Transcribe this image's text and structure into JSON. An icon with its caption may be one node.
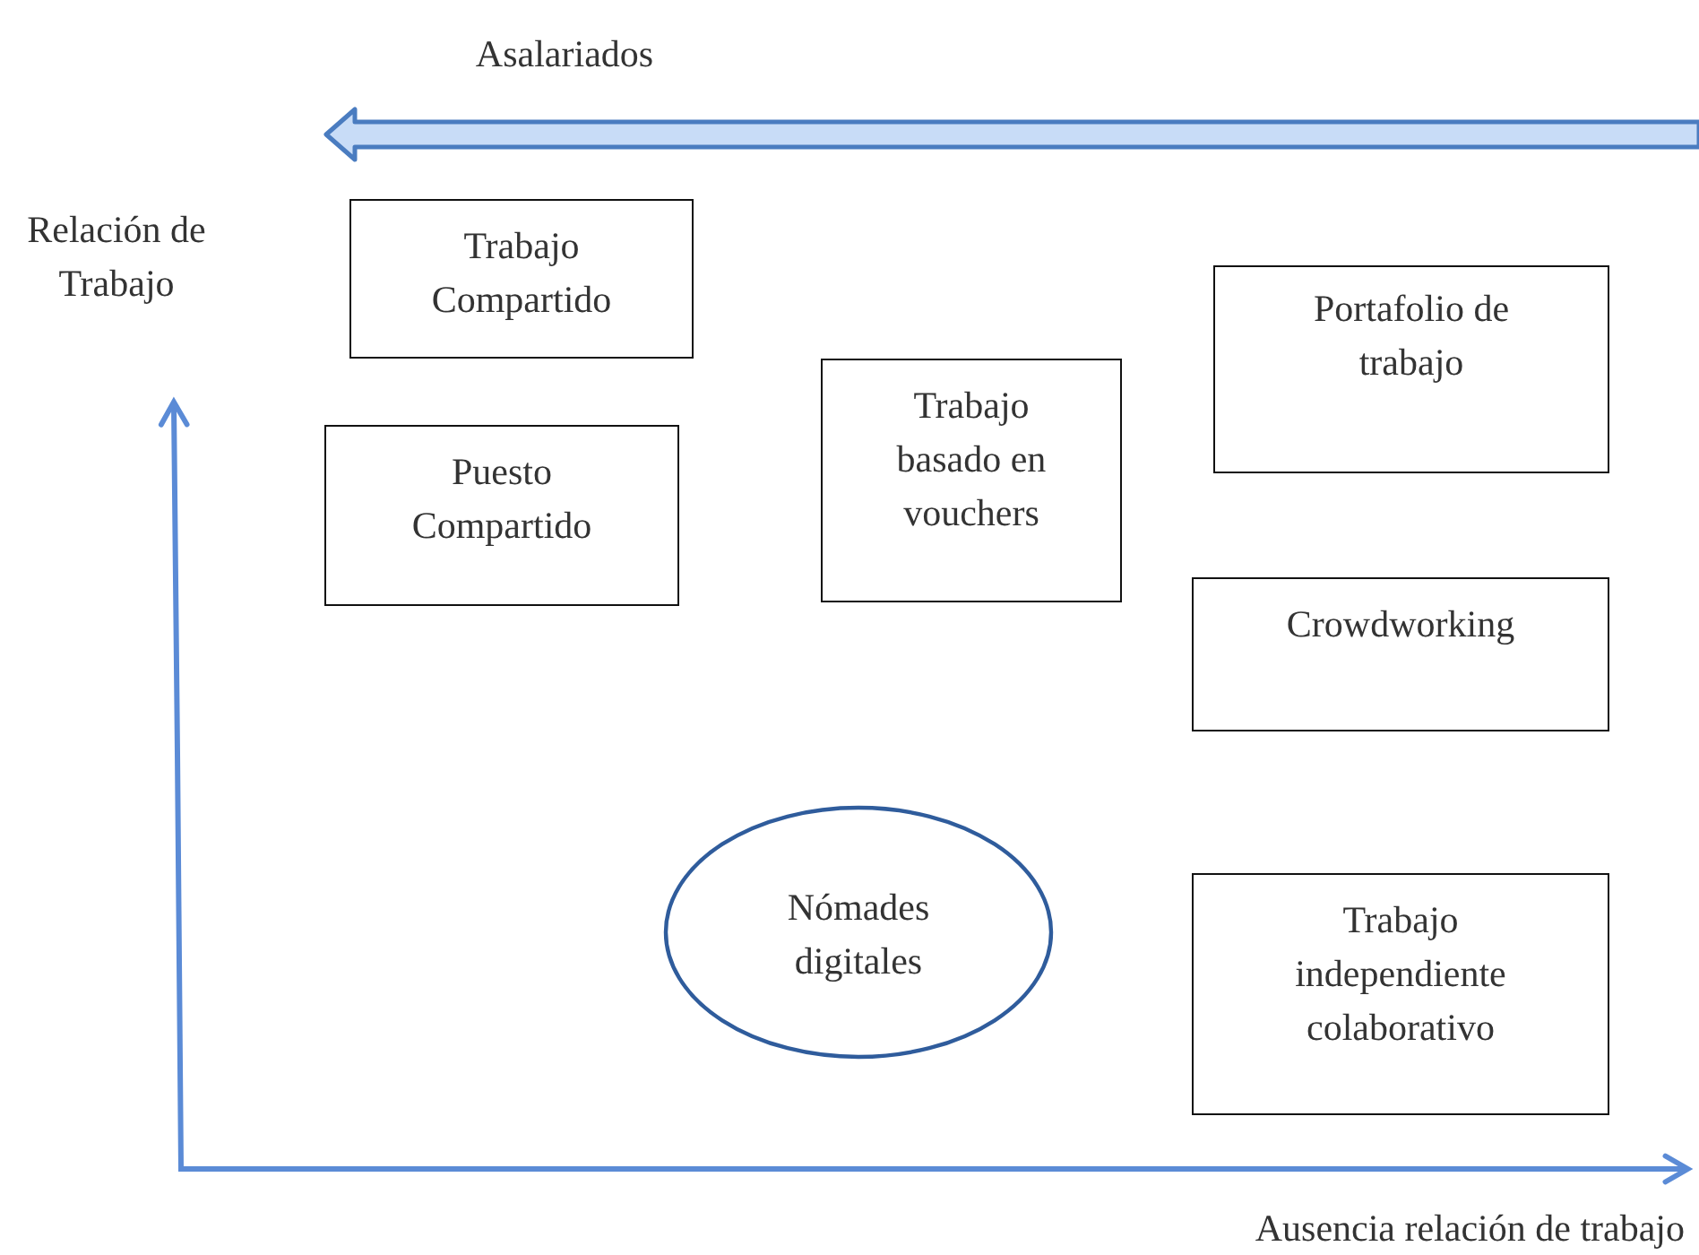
{
  "diagram": {
    "nodes": [
      {
        "text": [
          "Trabajo Compartido"
        ]
      },
      {
        "text": [
          "Puesto Compartido"
        ]
      },
      {
        "text": [
          "Trabajo basado en vouchers"
        ]
      },
      {
        "text": [
          "Portafolio de trabajo"
        ]
      },
      {
        "text": [
          "Crowdworking"
        ]
      },
      {
        "text": [
          "Nómades digitales"
        ]
      },
      {
        "text": [
          "Trabajo independiente colaborativo"
        ]
      }
    ],
    "labels": [
      "Asalariados",
      "Relación de Trabajo",
      "Ausencia relación de trabajo"
    ]
  }
}
